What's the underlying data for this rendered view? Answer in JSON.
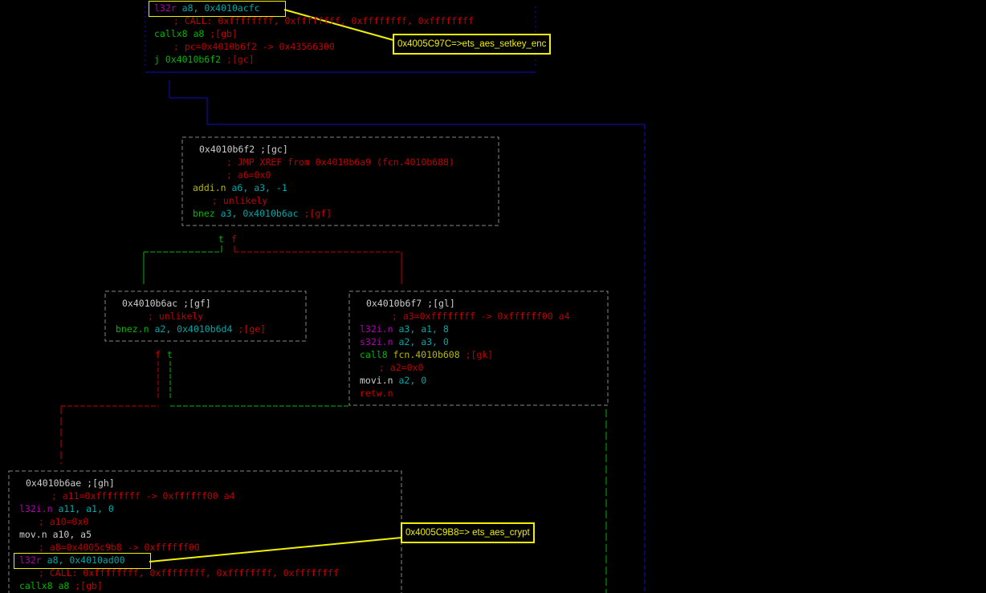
{
  "callouts": {
    "setkey": "0x4005C97C=>ets_aes_setkey_enc",
    "crypt": "0x4005C9B8=> ets_aes_crypt"
  },
  "top_block": {
    "l1_instr": "l32r",
    "l1_args": "a8, 0x4010acfc",
    "l2": "; CALL: 0xffffffff, 0xffffffff, 0xffffffff, 0xffffffff",
    "l3_instr": "callx8 a8",
    "l3_tag": ";[gb]",
    "l4": "; pc=0x4010b6f2 -> 0x43566300",
    "l5_instr": "j 0x4010b6f2",
    "l5_tag": ";[gc]"
  },
  "gc_block": {
    "head": "0x4010b6f2 ;[gc]",
    "c1": "; JMP XREF from 0x4010b6a9 (fcn.4010b688)",
    "c2": "; a6=0x0",
    "i1_op": "addi.n",
    "i1_a": "a6,",
    "i1_b": "a3,",
    "i1_c": "-1",
    "c3": "; unlikely",
    "i2_op": "bnez",
    "i2_args": "a3, 0x4010b6ac",
    "i2_tag": ";[gf]"
  },
  "gf_block": {
    "head": "0x4010b6ac ;[gf]",
    "c1": "; unlikely",
    "i1_op": "bnez.n",
    "i1_args": "a2, 0x4010b6d4",
    "i1_tag": ";[ge]"
  },
  "gl_block": {
    "head": "0x4010b6f7 ;[gl]",
    "c1": "; a3=0xffffffff -> 0xffffff00 a4",
    "i1_op": "l32i.n",
    "i1_a": "a3,",
    "i1_b": "a1,",
    "i1_c": "8",
    "i2_op": "s32i.n",
    "i2_a": "a2,",
    "i2_b": "a3,",
    "i2_c": "0",
    "i3_op": "call8",
    "i3_args": "fcn.4010b608",
    "i3_tag": ";[gk]",
    "c2": "; a2=0x0",
    "i4_op": "movi.n",
    "i4_a": "a2,",
    "i4_b": "0",
    "i5_op": "retw.n"
  },
  "gh_block": {
    "head": "0x4010b6ae ;[gh]",
    "c1": "; a11=0xffffffff -> 0xffffff00 a4",
    "i1_op": "l32i.n",
    "i1_a": "a11,",
    "i1_b": "a1,",
    "i1_c": "0",
    "c2": "; a10=0x0",
    "i2_op": "mov.n",
    "i2_args": "a10, a5",
    "c3": "; a8=0x4005c9b8 -> 0xffffff00",
    "i3_op": "l32r",
    "i3_args": "a8, 0x4010ad00",
    "c4": "; CALL: 0xffffffff, 0xffffffff, 0xffffffff, 0xffffffff",
    "i4_op": "callx8 a8",
    "i4_tag": ";[gb]"
  },
  "edge_labels": {
    "t": "t",
    "f": "f"
  },
  "colors": {
    "callout": "#f0f000",
    "true_edge": "#00b800",
    "false_edge": "#c00000",
    "jump_edge": "#1010c0"
  }
}
